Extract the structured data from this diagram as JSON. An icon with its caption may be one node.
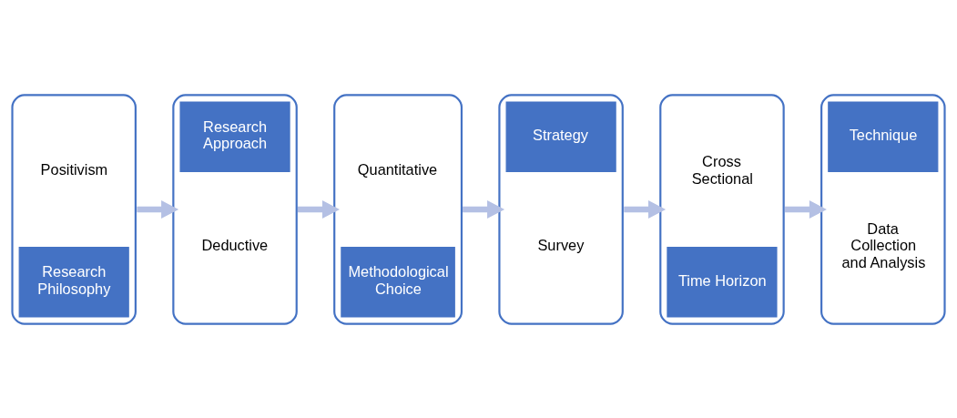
{
  "diagram": {
    "nodes": [
      {
        "text": [
          "Positivism",
          "Research Philosophy"
        ]
      },
      {
        "text": [
          "Research Approach",
          "Deductive"
        ]
      },
      {
        "text": [
          "Quantitative",
          "Methodological Choice"
        ]
      },
      {
        "text": [
          "Strategy",
          "Survey"
        ]
      },
      {
        "text": [
          "Cross Sectional",
          "Time Horizon"
        ]
      },
      {
        "text": [
          "Technique",
          "Data Collection and Analysis"
        ]
      }
    ],
    "edges": [
      {
        "from": 0,
        "to": 1,
        "arrow": "to"
      },
      {
        "from": 1,
        "to": 2,
        "arrow": "to"
      },
      {
        "from": 2,
        "to": 3,
        "arrow": "to"
      },
      {
        "from": 3,
        "to": 4,
        "arrow": "to"
      },
      {
        "from": 4,
        "to": 5,
        "arrow": "to"
      }
    ]
  }
}
